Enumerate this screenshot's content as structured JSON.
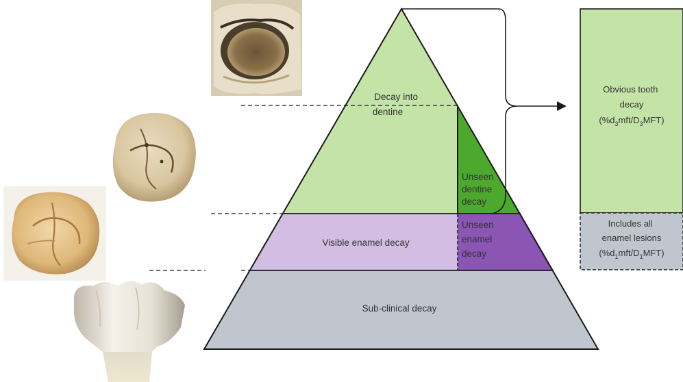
{
  "pyramid": {
    "decay_into_dentine": [
      "Decay into",
      "dentine"
    ],
    "unseen_dentine_decay": [
      "Unseen",
      "dentine",
      "decay"
    ],
    "visible_enamel_decay": "Visible enamel decay",
    "unseen_enamel_decay": [
      "Unseen",
      "enamel",
      "decay"
    ],
    "sub_clinical_decay": "Sub-clinical decay"
  },
  "side_panel": {
    "obvious": {
      "lines": [
        "Obvious tooth",
        "decay"
      ],
      "index": {
        "open": "(%d",
        "sub1": "3",
        "mid": "mft/D",
        "sub2": "3",
        "close": "MFT)"
      }
    },
    "enamel": {
      "lines": [
        "Includes all",
        "enamel lesions"
      ],
      "index": {
        "open": "(%d",
        "sub1": "1",
        "mid": "mft/D",
        "sub2": "1",
        "close": "MFT)"
      }
    }
  },
  "colors": {
    "light_green": "#c4e3a7",
    "dark_green": "#4da82e",
    "light_purple": "#d4bde3",
    "dark_purple": "#8a55b3",
    "grey": "#bfc6ce",
    "outline": "#1a1a1a"
  },
  "photos": [
    "cavitated-tooth",
    "stained-molar",
    "sound-molar-occlusal",
    "sound-molar-side"
  ]
}
